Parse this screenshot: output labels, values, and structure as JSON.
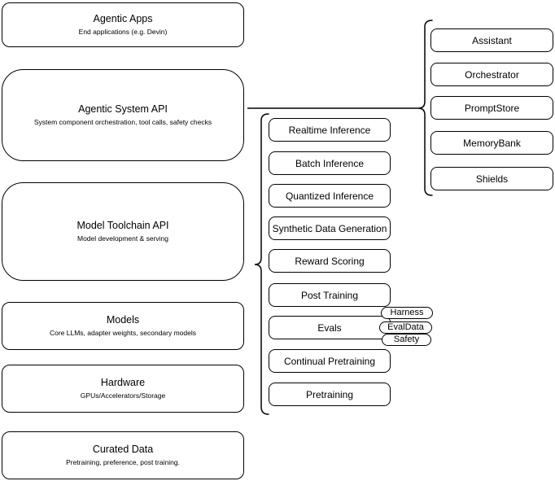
{
  "diagram": {
    "left_column": [
      {
        "title": "Agentic Apps",
        "subtitle": "End applications (e.g. Devin)"
      },
      {
        "title": "Agentic System API",
        "subtitle": "System component orchestration, tool calls, safety checks"
      },
      {
        "title": "Model Toolchain API",
        "subtitle": "Model development & serving"
      },
      {
        "title": "Models",
        "subtitle": "Core LLMs, adapter weights, secondary models"
      },
      {
        "title": "Hardware",
        "subtitle": "GPUs/Accelerators/Storage"
      },
      {
        "title": "Curated Data",
        "subtitle": "Pretraining, preference, post training."
      }
    ],
    "toolchain_items": [
      "Realtime Inference",
      "Batch Inference",
      "Quantized Inference",
      "Synthetic Data Generation",
      "Reward Scoring",
      "Post Training",
      "Evals",
      "Continual Pretraining",
      "Pretraining"
    ],
    "evals_tags": [
      "Harness",
      "EvalData",
      "Safety"
    ],
    "system_components": [
      "Assistant",
      "Orchestrator",
      "PromptStore",
      "MemoryBank",
      "Shields"
    ],
    "colors": {
      "stroke": "#000000",
      "fill": "#ffffff",
      "text": "#000000"
    }
  }
}
